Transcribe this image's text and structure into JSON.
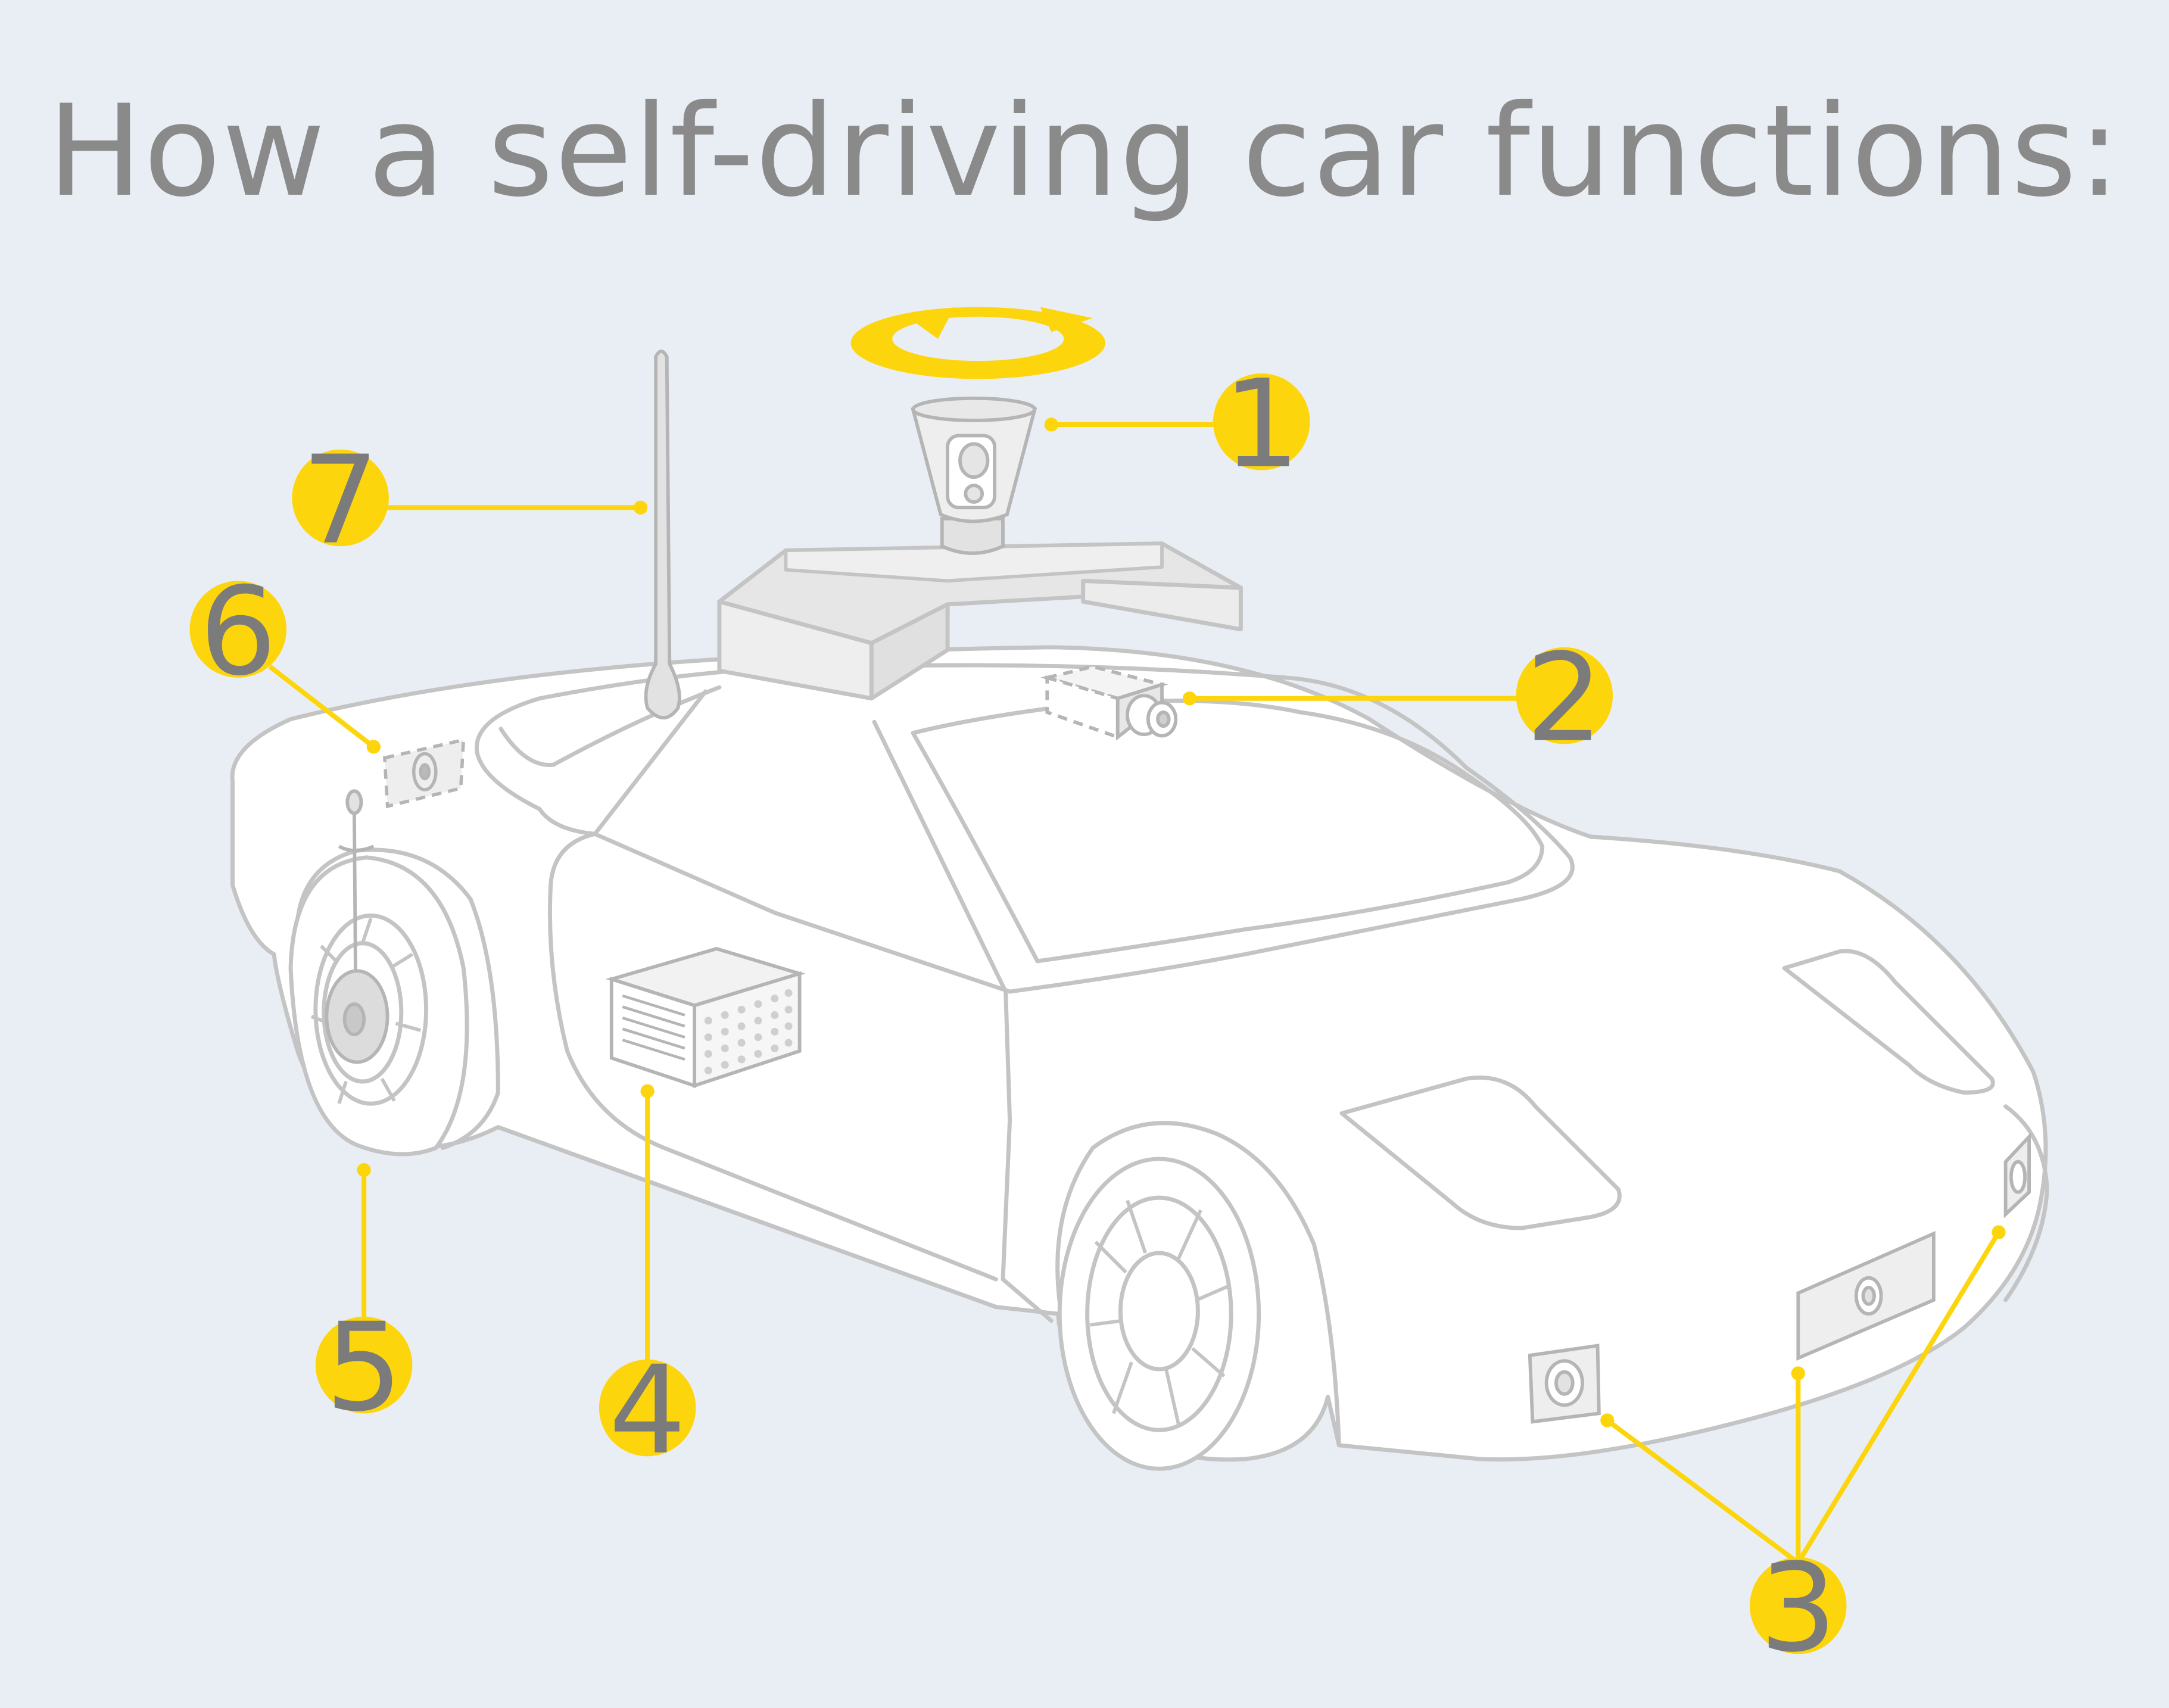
{
  "title": "How a self-driving car functions:",
  "colors": {
    "background": "#e9eef5",
    "accent": "#fdd50c",
    "outline": "#c4c4c4",
    "hidden_parts": "#b9d8ee",
    "title_text": "#8a8a8a"
  },
  "callouts": [
    {
      "number": "1",
      "points_to": "rotating-lidar-sensor"
    },
    {
      "number": "2",
      "points_to": "front-camera"
    },
    {
      "number": "3",
      "points_to": "radar-sensors"
    },
    {
      "number": "4",
      "points_to": "central-computer"
    },
    {
      "number": "5",
      "points_to": "wheel-encoder"
    },
    {
      "number": "6",
      "points_to": "rear-radar"
    },
    {
      "number": "7",
      "points_to": "antenna"
    }
  ]
}
